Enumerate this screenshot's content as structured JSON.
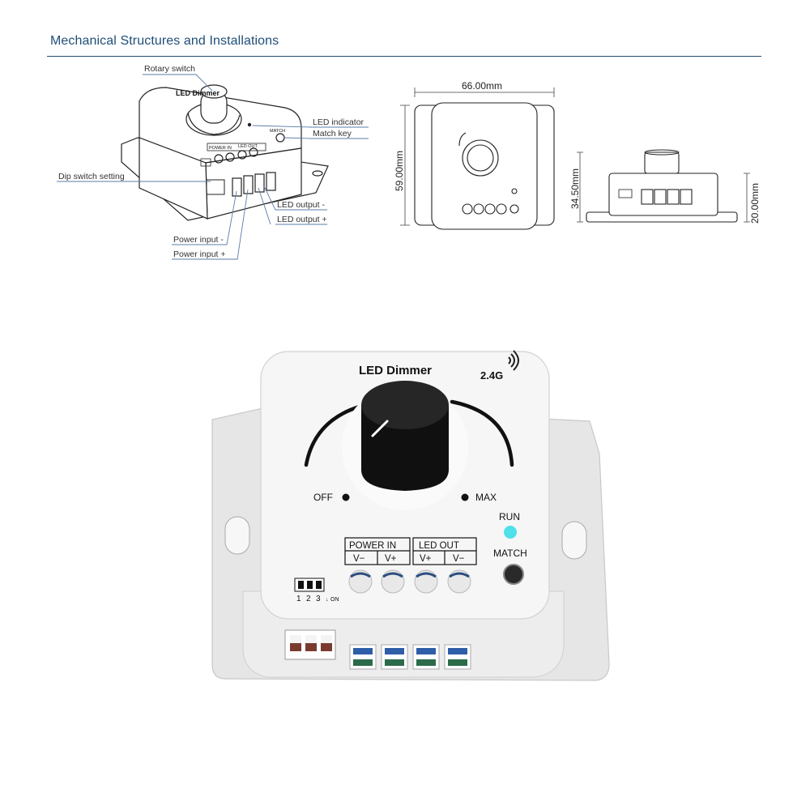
{
  "header": {
    "title": "Mechanical Structures and Installations"
  },
  "callouts": {
    "rotary_switch": "Rotary switch",
    "led_indicator": "LED indicator",
    "match_key": "Match key",
    "dip_switch_setting": "Dip switch setting",
    "led_output_neg": "LED output -",
    "led_output_pos": "LED output +",
    "power_input_neg": "Power input -",
    "power_input_pos": "Power input +"
  },
  "dimensions": {
    "width": "66.00mm",
    "height": "59.00mm",
    "side_height": "34.50mm",
    "body_height": "20.00mm"
  },
  "device": {
    "title": "LED Dimmer",
    "band": "2.4G",
    "off_label": "OFF",
    "max_label": "MAX",
    "run_label": "RUN",
    "match_label": "MATCH",
    "power_in_label": "POWER IN",
    "led_out_label": "LED OUT",
    "term_1": "V−",
    "term_2": "V+",
    "term_3": "V+",
    "term_4": "V−",
    "dip_1": "1",
    "dip_2": "2",
    "dip_3": "3",
    "dip_on": "ON",
    "run_led_color": "#4fe0ea",
    "knob_color": "#1a1a1a"
  }
}
